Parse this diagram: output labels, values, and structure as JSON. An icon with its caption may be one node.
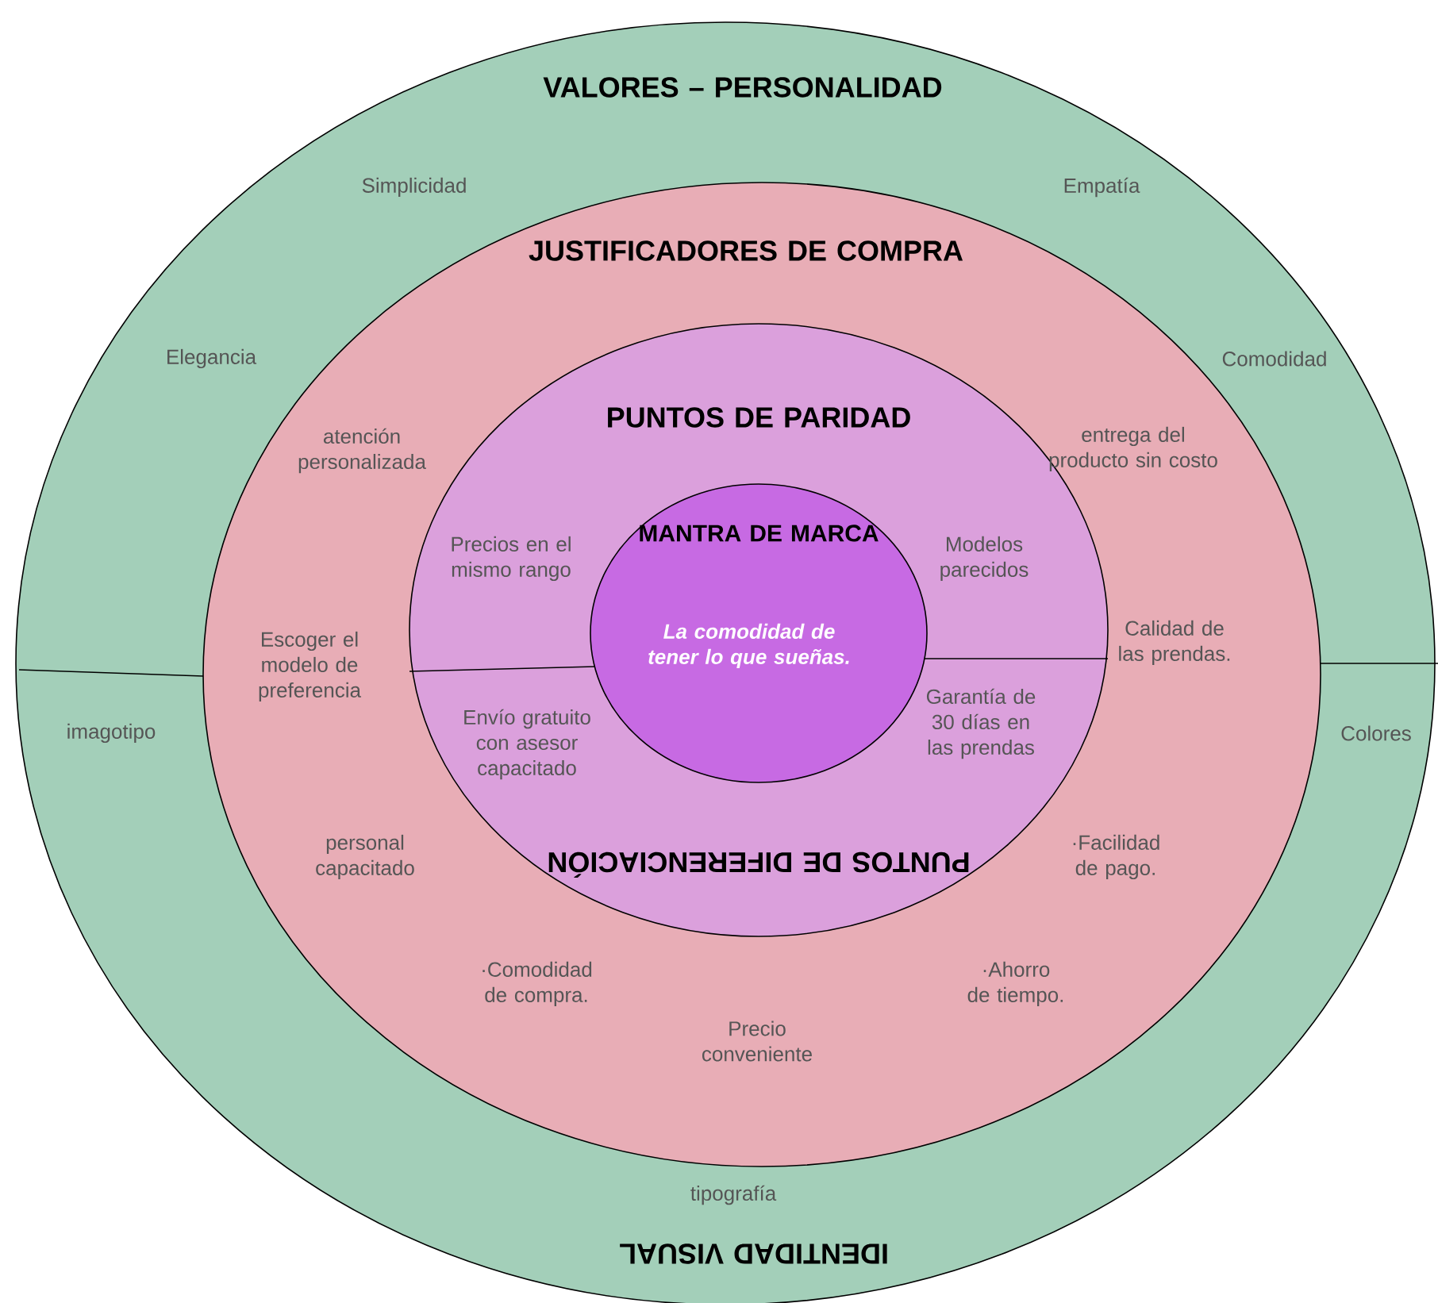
{
  "diagram": {
    "nodes": [
      {
        "text": [
          "VALORES – PERSONALIDAD",
          "Simplicidad",
          "Empatía",
          "Elegancia",
          "Comodidad",
          "imagotipo",
          "Colores",
          "tipografía",
          "IDENTIDAD VISUAL"
        ]
      },
      {
        "text": [
          "JUSTIFICADORES DE COMPRA",
          "atención personalizada",
          "entrega del producto sin costo",
          "Escoger el modelo de preferencia",
          "Calidad de las prendas.",
          "personal capacitado",
          "·Facilidad de pago.",
          "·Comodidad de compra.",
          "Precio conveniente",
          "·Ahorro de tiempo."
        ],
        "in": 0
      },
      {
        "text": [
          "PUNTOS DE PARIDAD",
          "Precios en el mismo rango",
          "Modelos parecidos",
          "Envío gratuito con asesor capacitado",
          "Garantía de 30 días en las prendas",
          "PUNTOS DE DIFERENCIACIÓN"
        ],
        "in": 1
      },
      {
        "text": [
          "MANTRA DE MARCA",
          "La comodidad de tener lo que sueñas."
        ],
        "in": 2
      }
    ]
  }
}
